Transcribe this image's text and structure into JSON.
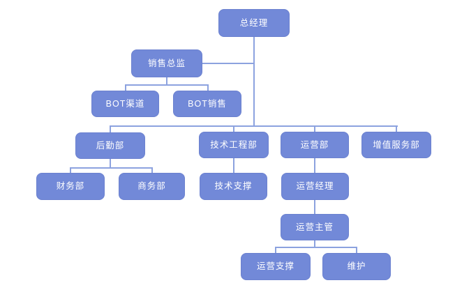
{
  "colors": {
    "background": "#FFFFFF",
    "node_fill": "#7289D8",
    "node_border": "#6B81CF",
    "node_text": "#FFFFFF",
    "connector": "#8CA2DF"
  },
  "org_chart": {
    "type": "org-tree",
    "nodes": [
      {
        "id": "zongjingli",
        "label": "总经理",
        "parent": null
      },
      {
        "id": "xiaoshouzongjian",
        "label": "销售总监",
        "parent": "zongjingli"
      },
      {
        "id": "bot-qudao",
        "label": "BOT渠道",
        "parent": "xiaoshouzongjian"
      },
      {
        "id": "bot-xiaoshou",
        "label": "BOT销售",
        "parent": "xiaoshouzongjian"
      },
      {
        "id": "houqinbu",
        "label": "后勤部",
        "parent": "zongjingli"
      },
      {
        "id": "jishugongchengbu",
        "label": "技术工程部",
        "parent": "zongjingli"
      },
      {
        "id": "yunyingbu",
        "label": "运营部",
        "parent": "zongjingli"
      },
      {
        "id": "zengzhifuwubu",
        "label": "增值服务部",
        "parent": "zongjingli"
      },
      {
        "id": "caiwubu",
        "label": "财务部",
        "parent": "houqinbu"
      },
      {
        "id": "shangwubu",
        "label": "商务部",
        "parent": "houqinbu"
      },
      {
        "id": "jishuzhicheng",
        "label": "技术支撑",
        "parent": "jishugongchengbu"
      },
      {
        "id": "yunyingjingli",
        "label": "运营经理",
        "parent": "yunyingbu"
      },
      {
        "id": "yunyingzhuguan",
        "label": "运营主管",
        "parent": "yunyingjingli"
      },
      {
        "id": "yunyingzhicheng",
        "label": "运营支撑",
        "parent": "yunyingzhuguan"
      },
      {
        "id": "weihu",
        "label": "维护",
        "parent": "yunyingzhuguan"
      }
    ]
  }
}
